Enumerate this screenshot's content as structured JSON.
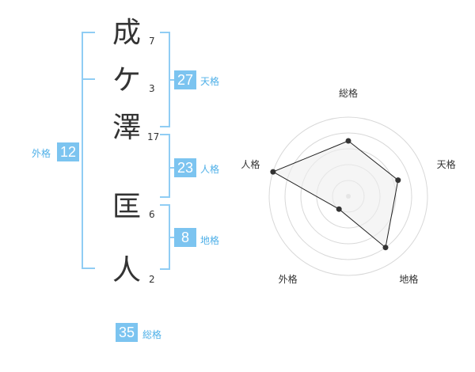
{
  "name": {
    "characters": [
      {
        "char": "成",
        "strokes": "7"
      },
      {
        "char": "ケ",
        "strokes": "3"
      },
      {
        "char": "澤",
        "strokes": "17"
      },
      {
        "char": "匡",
        "strokes": "6"
      },
      {
        "char": "人",
        "strokes": "2"
      }
    ]
  },
  "fortunes": {
    "tenkaku": {
      "value": "27",
      "label": "天格"
    },
    "jinkaku": {
      "value": "23",
      "label": "人格"
    },
    "chikaku": {
      "value": "8",
      "label": "地格"
    },
    "gaikaku": {
      "value": "12",
      "label": "外格"
    },
    "soukaku": {
      "value": "35",
      "label": "総格"
    }
  },
  "colors": {
    "accent": "#7cc4f0",
    "bracket": "#90cdf4",
    "label": "#4fb0e8",
    "text": "#333333"
  },
  "chart_data": {
    "type": "radar",
    "axes": [
      "総格",
      "天格",
      "地格",
      "外格",
      "人格"
    ],
    "values": [
      3.5,
      3.3,
      4.0,
      1.0,
      5.0
    ],
    "max": 5,
    "rings": 5,
    "grid": true,
    "fill": "#eeeeee"
  }
}
